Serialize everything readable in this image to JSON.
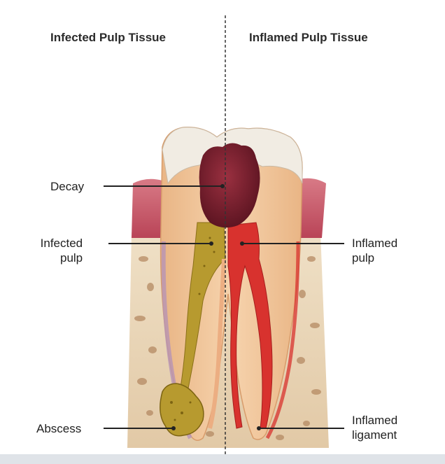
{
  "headings": {
    "left": "Infected Pulp Tissue",
    "right": "Inflamed Pulp Tissue"
  },
  "labels": {
    "decay": "Decay",
    "infected_pulp_1": "Infected",
    "infected_pulp_2": "pulp",
    "abscess": "Abscess",
    "inflamed_pulp_1": "Inflamed",
    "inflamed_pulp_2": "pulp",
    "inflamed_ligament_1": "Inflamed",
    "inflamed_ligament_2": "ligament"
  },
  "colors": {
    "bone": "#e8d3b4",
    "bone_spots": "#b58a63",
    "gum": "#c95b6b",
    "enamel": "#f1ece3",
    "dentin": "#f2c79c",
    "decay": "#7a1f2c",
    "infected": "#b79a2f",
    "inflamed": "#d8322e",
    "pulp": "#ecae82",
    "ligament": "#b693b5"
  }
}
